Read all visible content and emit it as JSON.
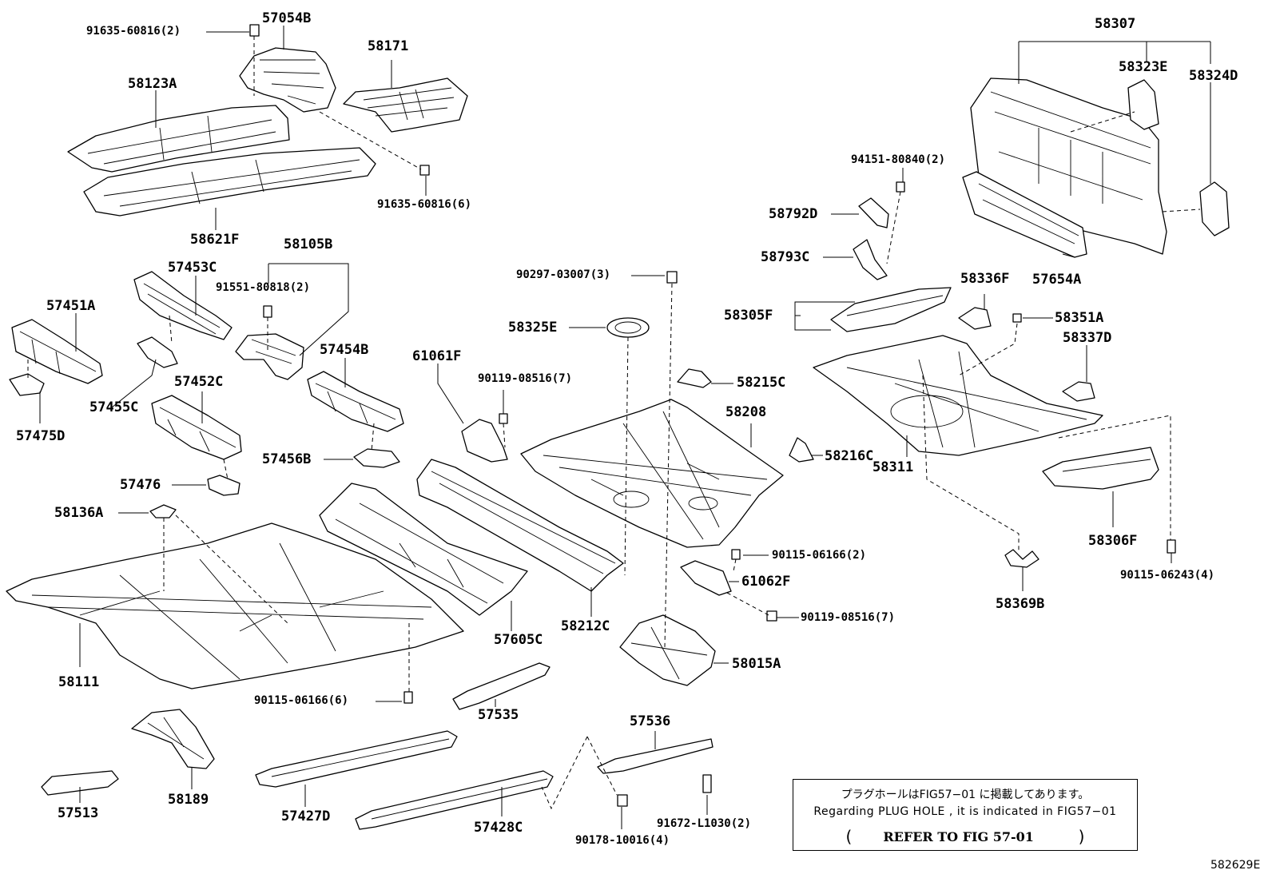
{
  "labels": {
    "p57054B": "57054B",
    "p91635_60816_2": "91635-60816(2)",
    "p58171": "58171",
    "p58123A": "58123A",
    "p91635_60816_6": "91635-60816(6)",
    "p58621F": "58621F",
    "p58105B": "58105B",
    "p91551_80818_2": "91551-80818(2)",
    "p57453C": "57453C",
    "p57451A": "57451A",
    "p57455C": "57455C",
    "p57475D": "57475D",
    "p57452C": "57452C",
    "p57454B": "57454B",
    "p57456B": "57456B",
    "p57476": "57476",
    "p58136A": "58136A",
    "p58111": "58111",
    "p90115_06166_6": "90115-06166(6)",
    "p57605C": "57605C",
    "p58212C": "58212C",
    "p57535": "57535",
    "p58189": "58189",
    "p57513": "57513",
    "p57427D": "57427D",
    "p57428C": "57428C",
    "p57536": "57536",
    "p90178_10016_4": "90178-10016(4)",
    "p91672_L1030_2": "91672-L1030(2)",
    "p90297_03007_3": "90297-03007(3)",
    "p58325E": "58325E",
    "p61061F": "61061F",
    "p90119_08516_7a": "90119-08516(7)",
    "p58215C": "58215C",
    "p58208": "58208",
    "p58216C": "58216C",
    "p90115_06166_2": "90115-06166(2)",
    "p61062F": "61062F",
    "p90119_08516_7b": "90119-08516(7)",
    "p58015A": "58015A",
    "p58307": "58307",
    "p58323E": "58323E",
    "p58324D": "58324D",
    "p94151_80840_2": "94151-80840(2)",
    "p58792D": "58792D",
    "p58793C": "58793C",
    "p57654A": "57654A",
    "p58305F": "58305F",
    "p58336F": "58336F",
    "p58351A": "58351A",
    "p58337D": "58337D",
    "p58311": "58311",
    "p58306F": "58306F",
    "p58369B": "58369B",
    "p90115_06243_4": "90115-06243(4)"
  },
  "note": {
    "japanese": "プラグホールはFIG57−01 に掲載してあります。",
    "english": "Regarding  PLUG HOLE , it is indicated  in  FIG57−01",
    "reference": "REFER  TO  FIG  57-01",
    "open_paren": "(",
    "close_paren": ")"
  },
  "illustration_code": "582629E"
}
